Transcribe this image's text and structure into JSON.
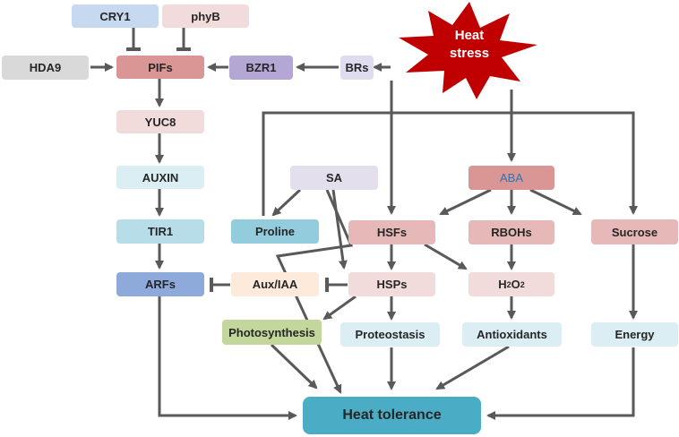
{
  "colors": {
    "arrow": "#595959",
    "blue_light": "#c6d9f1",
    "pink_light": "#f2dcdb",
    "gray": "#d9d9d9",
    "red_mid": "#d99694",
    "purple": "#b4a7d6",
    "lavender": "#dfdcef",
    "cyan_light": "#dbeef4",
    "teal": "#93cddd",
    "blue_mid": "#8eaadb",
    "peach": "#fdeada",
    "green": "#c3d69b",
    "teal_dark": "#4bacc6",
    "star": "#c00000",
    "aba_text": "#2e75b6"
  },
  "diagram": {
    "stress": {
      "line1": "Heat",
      "line2": "stress",
      "icon": "red-burst-star"
    },
    "nodes": {
      "cry1": "CRY1",
      "phyb": "phyB",
      "hda9": "HDA9",
      "pifs": "PIFs",
      "bzr1": "BZR1",
      "brs": "BRs",
      "yuc8": "YUC8",
      "auxin": "AUXIN",
      "tir1": "TIR1",
      "arfs": "ARFs",
      "sa": "SA",
      "aba": "ABA",
      "proline": "Proline",
      "hsfs": "HSFs",
      "rbohs": "RBOHs",
      "sucrose": "Sucrose",
      "aux_iaa": "Aux/IAA",
      "hsps": "HSPs",
      "h2o2_base1": "H",
      "h2o2_sub1": "2",
      "h2o2_base2": "O",
      "h2o2_sub2": "2",
      "photosynthesis": "Photosynthesis",
      "proteostasis": "Proteostasis",
      "antioxidants": "Antioxidants",
      "energy": "Energy",
      "heat_tolerance": "Heat tolerance"
    }
  }
}
